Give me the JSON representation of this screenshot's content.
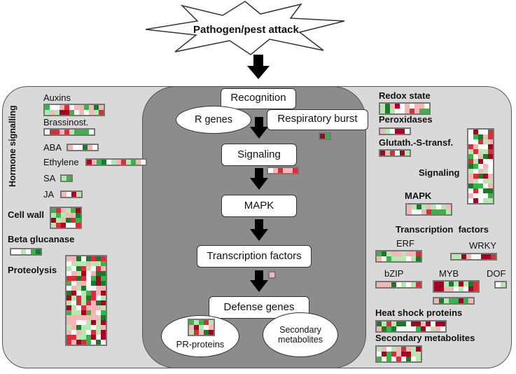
{
  "header": {
    "title": "Pathogen/pest attack"
  },
  "center": {
    "recognition": "Recognition",
    "r_genes": "R genes",
    "respiratory_burst": "Respiratory burst",
    "signaling": "Signaling",
    "mapk": "MAPK",
    "transcription_factors": "Transcription factors",
    "defense_genes": "Defense genes",
    "pr_proteins": "PR-proteins",
    "secondary_metabolites_1": "Secondary",
    "secondary_metabolites_2": "metabolites"
  },
  "left": {
    "hormone_signalling": "Hormone signalling",
    "auxins": "Auxins",
    "brassinost": "Brassinost.",
    "aba": "ABA",
    "ethylene": "Ethylene",
    "sa": "SA",
    "ja": "JA",
    "cell_wall": "Cell wall",
    "beta_glucanase": "Beta glucanase",
    "proteolysis": "Proteolysis"
  },
  "right": {
    "redox_state": "Redox state",
    "peroxidases": "Peroxidases",
    "glutath": "Glutath.-S-transf.",
    "signaling": "Signaling",
    "mapk": "MAPK",
    "transcription_factors": "Transcription  factors",
    "erf": "ERF",
    "wrky": "WRKY",
    "bzip": "bZIP",
    "myb": "MYB",
    "dof": "DOF",
    "heat_shock": "Heat shock proteins",
    "secondary_metabolites": "Secondary metabolites"
  },
  "colors": {
    "outer_bg": "#d9d9d9",
    "inner_bg": "#8c8c8c",
    "dark_red": "#a50021",
    "red": "#d92e3a",
    "pink": "#f4b6b6",
    "light_green": "#b8e6b0",
    "green": "#3cb34a",
    "dark_green": "#1a7a2a"
  }
}
